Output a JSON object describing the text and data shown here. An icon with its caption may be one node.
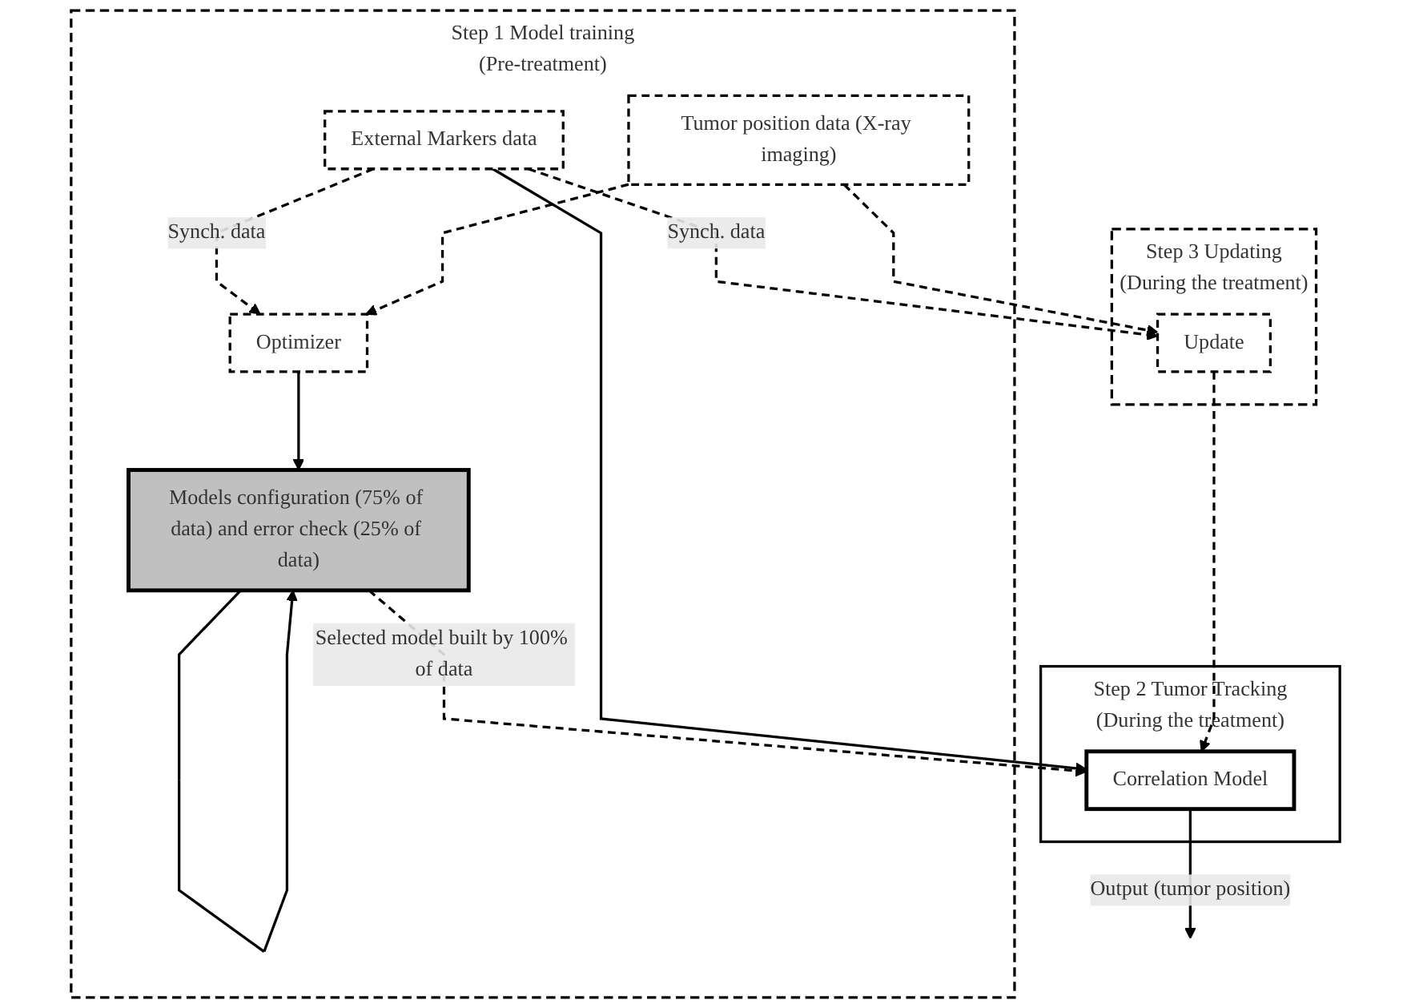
{
  "diagram": {
    "nodes": [
      {
        "text": [
          "Step 1 Model training",
          "(Pre-treatment)"
        ]
      },
      {
        "text": [
          "External Markers data"
        ],
        "in": 0
      },
      {
        "text": [
          "Tumor position data (X-ray imaging)"
        ],
        "in": 0
      },
      {
        "text": [
          "Optimizer"
        ],
        "in": 0
      },
      {
        "text": [
          "Models configuration (75% of data) and error check (25% of data)"
        ],
        "in": 0
      },
      {
        "text": [
          "Step 2 Tumor Tracking",
          "(During the treatment)"
        ]
      },
      {
        "text": [
          "Correlation Model"
        ],
        "in": 5
      },
      {
        "text": [
          "Step 3 Updating",
          "(During the treatment)"
        ]
      },
      {
        "text": [
          "Update"
        ],
        "in": 7
      }
    ],
    "edges": [
      {
        "from": 1,
        "to": 3,
        "arrow": "to",
        "style": "dashed",
        "label": "Synch. data"
      },
      {
        "from": 2,
        "to": 3,
        "arrow": "to",
        "style": "dashed"
      },
      {
        "from": 3,
        "to": 4,
        "arrow": "to"
      },
      {
        "from": 4,
        "to": 4,
        "arrow": "to"
      },
      {
        "from": 4,
        "to": 6,
        "arrow": "to",
        "style": "dashed",
        "label": "Selected model built by 100% of data"
      },
      {
        "from": 1,
        "to": 6,
        "arrow": "to"
      },
      {
        "from": 1,
        "to": 8,
        "arrow": "to",
        "style": "dashed",
        "label": "Synch. data"
      },
      {
        "from": 2,
        "to": 8,
        "arrow": "to",
        "style": "dashed"
      },
      {
        "from": 8,
        "to": 6,
        "arrow": "to",
        "style": "dashed"
      },
      {
        "from": 6,
        "to": null,
        "arrow": "to",
        "label": "Output (tumor position)"
      }
    ]
  }
}
